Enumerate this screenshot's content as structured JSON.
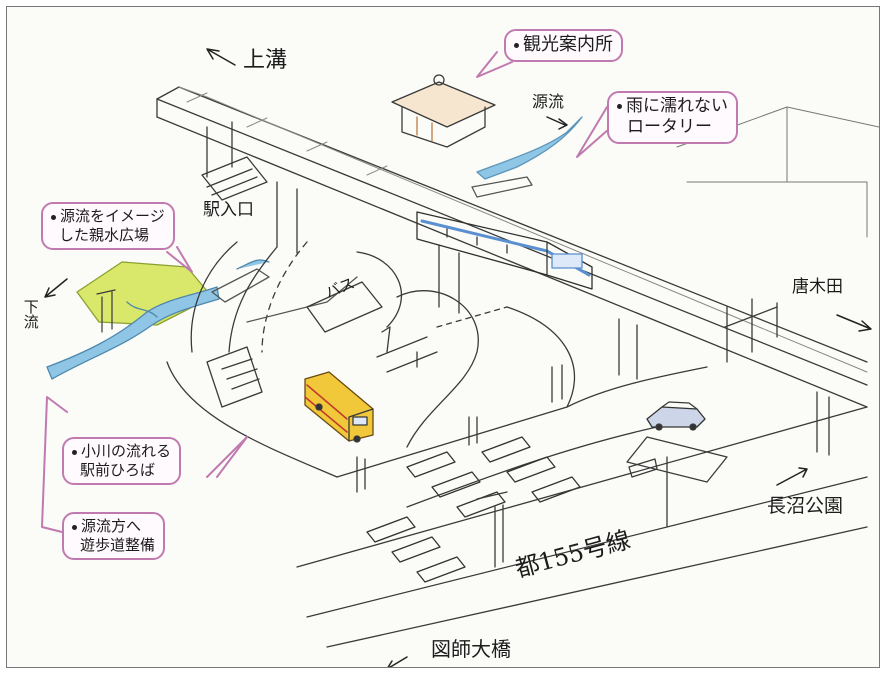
{
  "labels": {
    "kamimizo": "上溝",
    "station_entrance": "駅入口",
    "source_flow": "源流",
    "karakida": "唐木田",
    "nagonuma_park": "長沼公園",
    "route": "都155号線",
    "zushi_bridge": "図師大橋",
    "downstream": "下流",
    "bus_mark": "バス"
  },
  "callouts": {
    "tourist_info": "観光案内所",
    "rotary_line1": "雨に濡れない",
    "rotary_line2": "ロータリー",
    "plaza_line1": "源流をイメージ",
    "plaza_line2": "した親水広場",
    "stream_line1": "小川の流れる",
    "stream_line2": "駅前ひろば",
    "path_line1": "源流方へ",
    "path_line2": "遊歩道整備"
  },
  "colors": {
    "callout_border": "#c07ab0",
    "water": "#8fc6e6",
    "grass": "#d9e86a",
    "bus": "#f0c83a",
    "train_stripe": "#5a8fd0",
    "pencil": "#3a3a3a"
  },
  "icons": {
    "arrows": "arrow-icon"
  }
}
